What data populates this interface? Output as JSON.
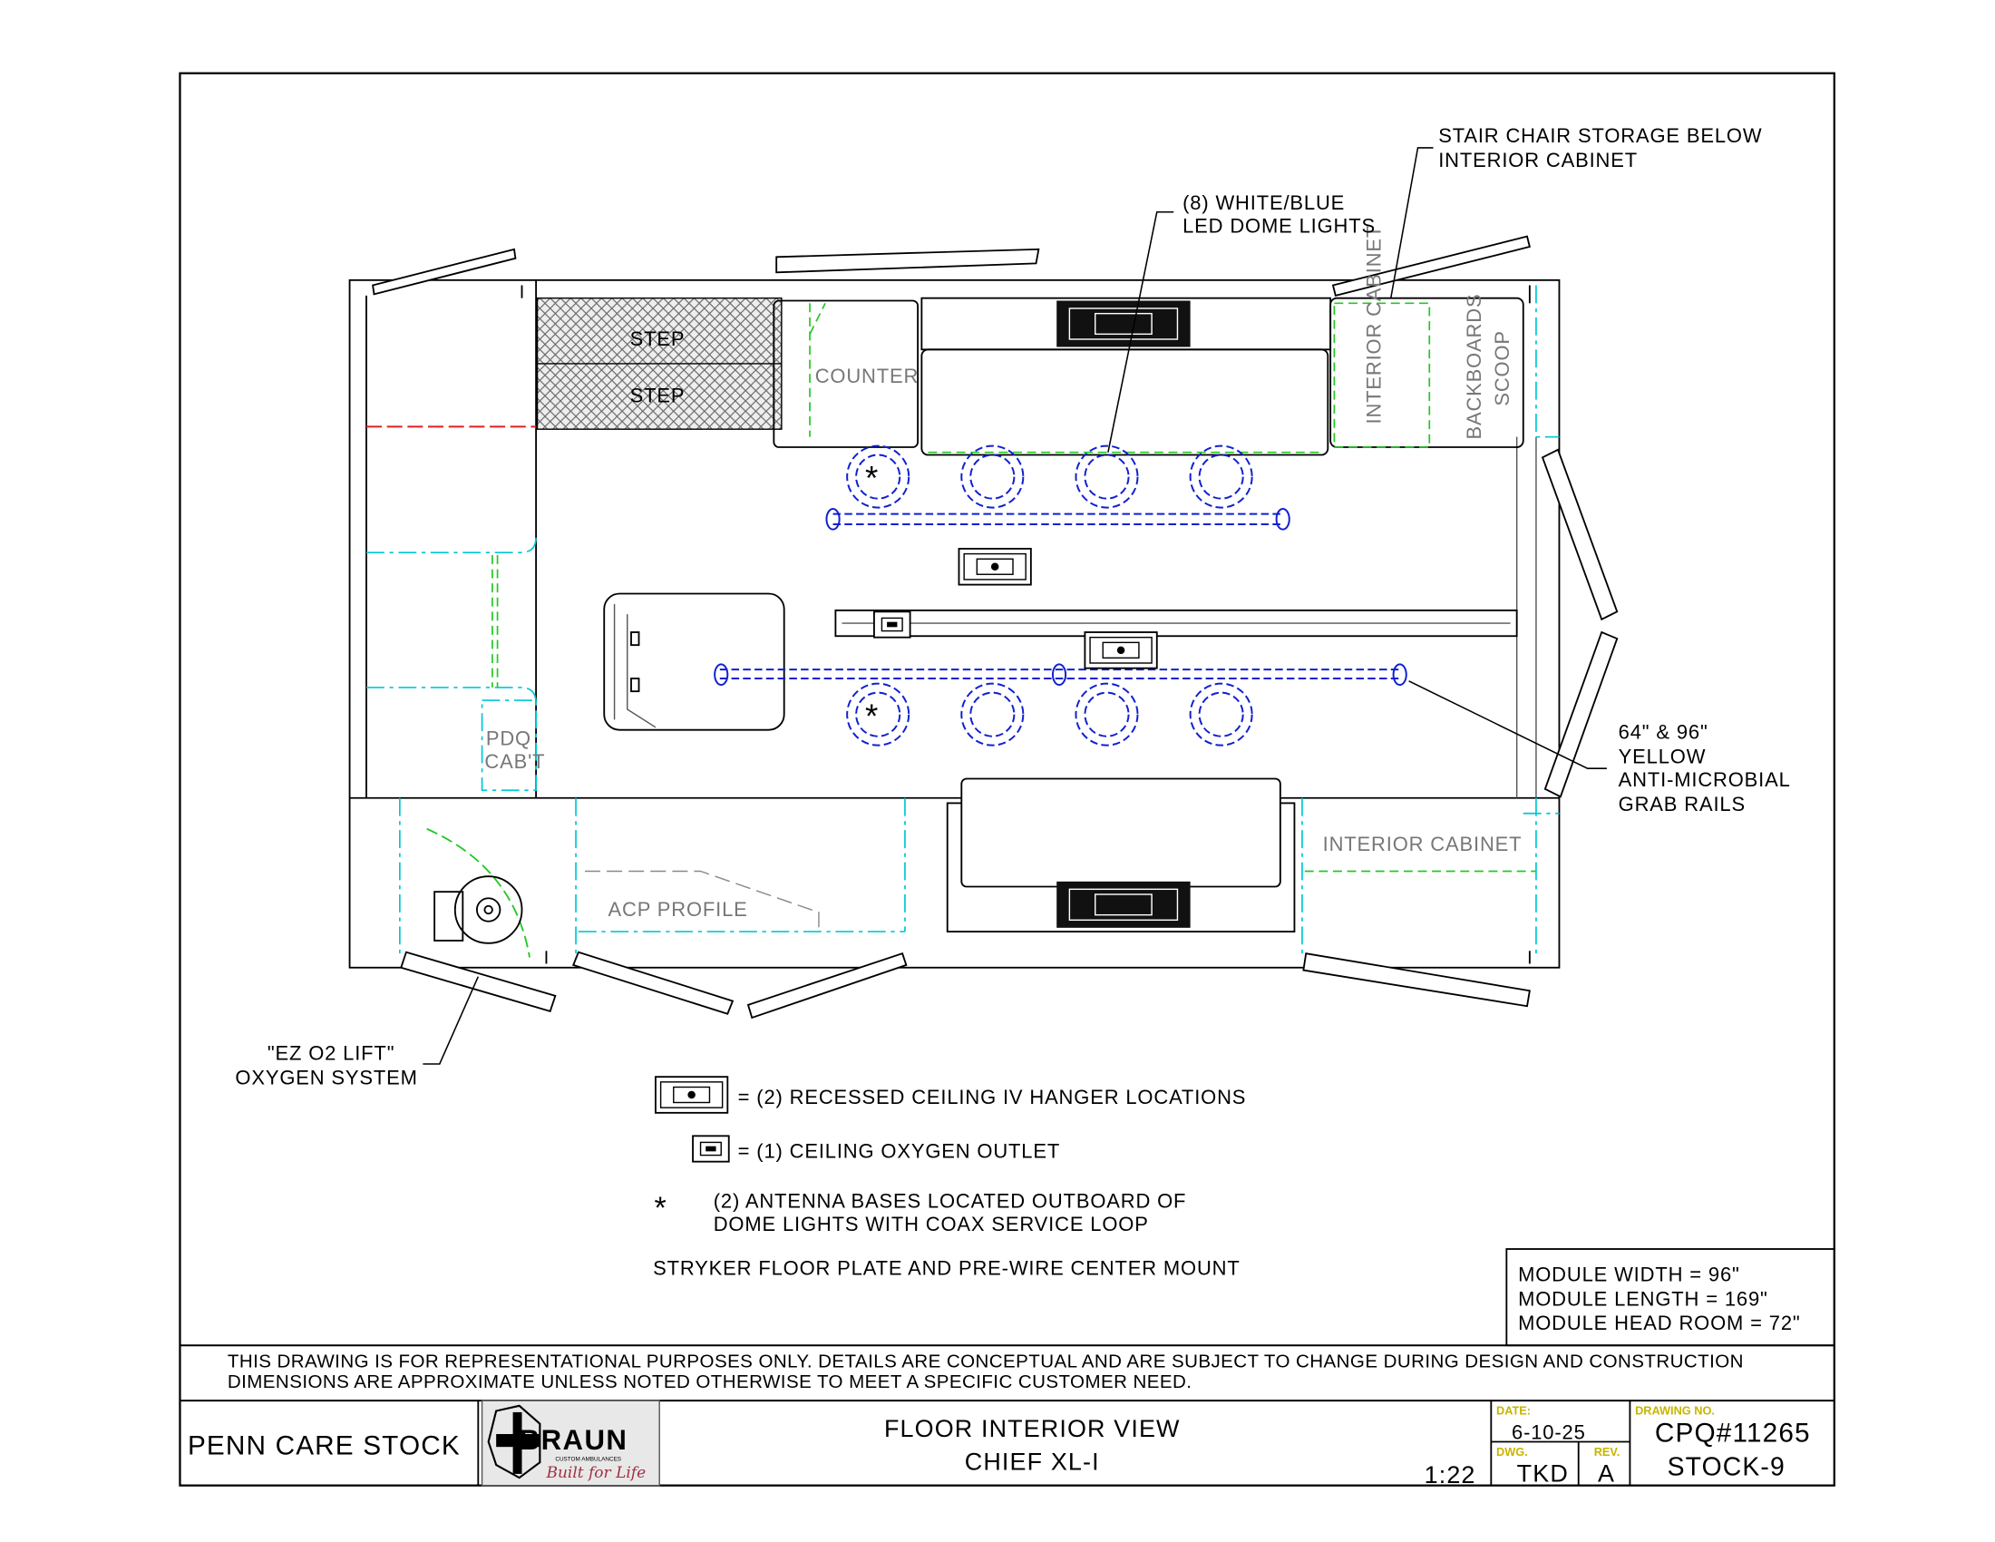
{
  "drawing": {
    "labels": {
      "step1": "STEP",
      "step2": "STEP",
      "counter": "COUNTER",
      "interior_cabinet_vertical": "INTERIOR CABINET",
      "backboards": "BACKBOARDS",
      "scoop": "SCOOP",
      "pdq_line1": "PDQ",
      "pdq_line2": "CAB'T",
      "acp_profile": "ACP PROFILE",
      "interior_cabinet_bottom": "INTERIOR CABINET"
    },
    "callouts": {
      "stair_chair_line1": "STAIR CHAIR STORAGE BELOW",
      "stair_chair_line2": "INTERIOR CABINET",
      "dome_line1": "(8) WHITE/BLUE",
      "dome_line2": "LED DOME LIGHTS",
      "grab_line1": "64\" & 96\"",
      "grab_line2": "YELLOW",
      "grab_line3": "ANTI-MICROBIAL",
      "grab_line4": "GRAB RAILS",
      "oxygen_line1": "\"EZ O2 LIFT\"",
      "oxygen_line2": "OXYGEN SYSTEM"
    },
    "legend": {
      "iv_hanger": "= (2) RECESSED CEILING IV HANGER LOCATIONS",
      "oxygen_outlet": "= (1) CEILING OXYGEN OUTLET",
      "antenna_symbol": "*",
      "antenna_line1": "(2) ANTENNA BASES LOCATED OUTBOARD OF",
      "antenna_line2": "DOME LIGHTS WITH COAX SERVICE LOOP",
      "stryker": "STRYKER FLOOR PLATE AND PRE-WIRE CENTER MOUNT"
    },
    "module": {
      "width": "MODULE WIDTH = 96\"",
      "length": "MODULE LENGTH = 169\"",
      "head_room": "MODULE HEAD ROOM = 72\""
    },
    "disclaimer": {
      "line1": "THIS DRAWING IS FOR REPRESENTATIONAL PURPOSES ONLY.  DETAILS ARE CONCEPTUAL AND ARE SUBJECT TO CHANGE DURING DESIGN AND CONSTRUCTION",
      "line2": "DIMENSIONS ARE APPROXIMATE UNLESS NOTED OTHERWISE TO MEET A SPECIFIC CUSTOMER NEED."
    },
    "title_block": {
      "customer": "PENN CARE STOCK",
      "logo_text": "BRAUN",
      "logo_sub": "CUSTOM AMBULANCES",
      "logo_tagline": "Built for Life",
      "title_line1": "FLOOR INTERIOR VIEW",
      "title_line2": "CHIEF XL-I",
      "scale": "1:22",
      "date_label": "DATE:",
      "date": "6-10-25",
      "dwg_label": "DWG.",
      "dwg": "TKD",
      "rev_label": "REV.",
      "rev": "A",
      "drawing_no_label": "DRAWING NO.",
      "drawing_no": "CPQ#11265",
      "stock": "STOCK-9"
    },
    "colors": {
      "cyan": "#00c8d8",
      "green": "#22c822",
      "blue": "#1020d0",
      "red": "#e02020",
      "label_yellow": "#c8b400"
    }
  }
}
